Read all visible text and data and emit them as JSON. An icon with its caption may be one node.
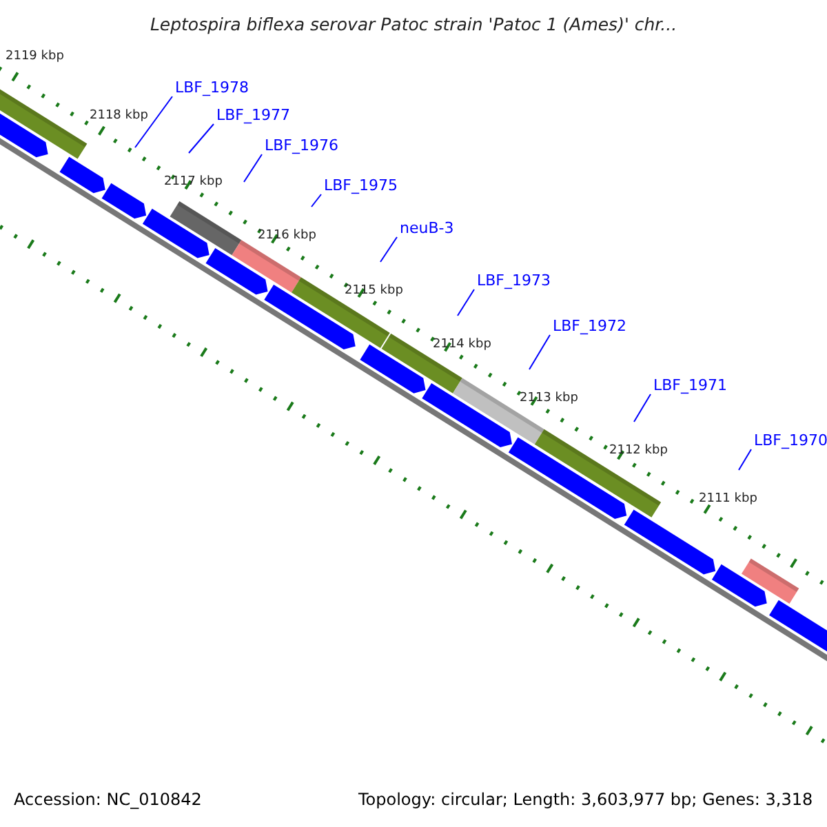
{
  "diagram": {
    "title": "Leptospira biflexa serovar Patoc strain 'Patoc 1 (Ames)' chr...",
    "nodes": [
      {
        "text": [
          "LBF_1978"
        ]
      },
      {
        "text": [
          "LBF_1977"
        ]
      },
      {
        "text": [
          "LBF_1976"
        ]
      },
      {
        "text": [
          "LBF_1975"
        ]
      },
      {
        "text": [
          "neuB-3"
        ]
      },
      {
        "text": [
          "LBF_1973"
        ]
      },
      {
        "text": [
          "LBF_1972"
        ]
      },
      {
        "text": [
          "LBF_1971"
        ]
      },
      {
        "text": [
          "LBF_1970"
        ]
      }
    ],
    "edges": [
      {
        "from": 0,
        "to": null,
        "arrow": "none"
      },
      {
        "from": 1,
        "to": null,
        "arrow": "none"
      },
      {
        "from": 2,
        "to": null,
        "arrow": "none"
      },
      {
        "from": 3,
        "to": null,
        "arrow": "none"
      },
      {
        "from": 4,
        "to": null,
        "arrow": "none"
      },
      {
        "from": 5,
        "to": null,
        "arrow": "none"
      },
      {
        "from": 6,
        "to": null,
        "arrow": "none"
      },
      {
        "from": 7,
        "to": null,
        "arrow": "none"
      },
      {
        "from": 8,
        "to": null,
        "arrow": "none"
      }
    ],
    "labels": [
      "2119 kbp",
      "2118 kbp",
      "2117 kbp",
      "2116 kbp",
      "2115 kbp",
      "2114 kbp",
      "2113 kbp",
      "2112 kbp",
      "2111 kbp",
      "Accession: NC_010842",
      "Topology: circular; Length: 3,603,977 bp; Genes: 3,318"
    ]
  }
}
